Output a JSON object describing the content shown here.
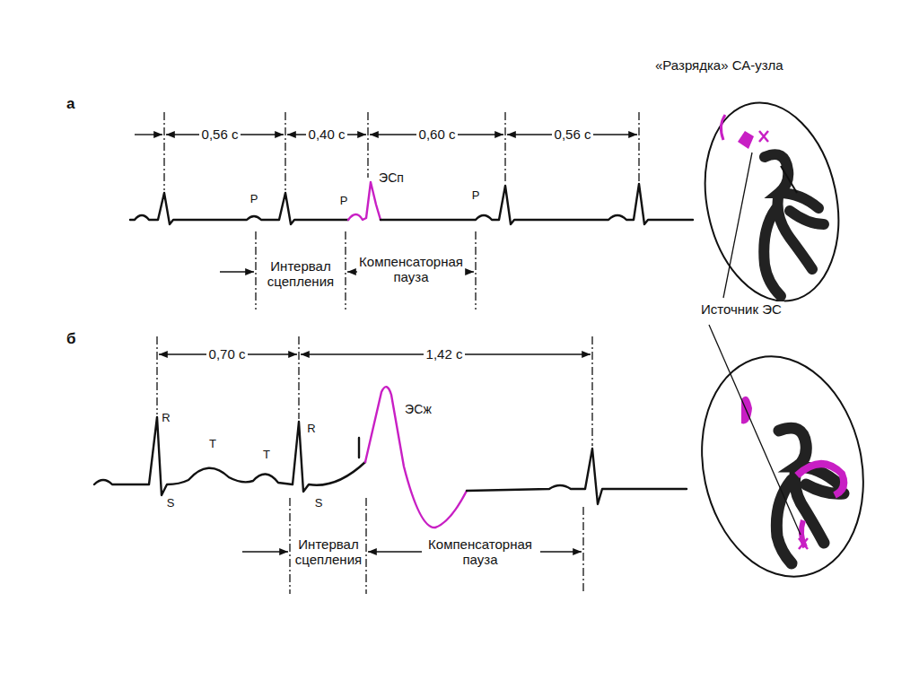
{
  "diagram": {
    "labels": [
      "«Разрядка» СА-узла",
      "а",
      "0,56 с",
      "0,40 с",
      "0,60 с",
      "0,56 с",
      "P",
      "P",
      "ЭСп",
      "P",
      "Интервал сцепления",
      "Компенсаторная пауза",
      "Источник ЭС",
      "б",
      "0,70 с",
      "1,42 с",
      "R",
      "S",
      "T",
      "T",
      "R",
      "S",
      "ЭСж",
      "Интервал сцепления",
      "Компенсаторная пауза"
    ]
  }
}
